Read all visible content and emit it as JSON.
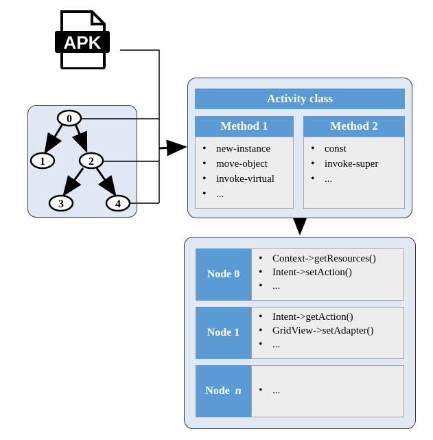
{
  "apk_icon": {
    "label": "APK",
    "icon": "apk-file-icon"
  },
  "graph": {
    "nodes": [
      "0",
      "1",
      "2",
      "3",
      "4"
    ]
  },
  "activity": {
    "title": "Activity class",
    "method1": {
      "title": "Method 1",
      "items": [
        "new-instance",
        "move-object",
        "invoke-virtual",
        "..."
      ]
    },
    "method2": {
      "title": "Method 2",
      "items": [
        "const",
        "invoke-super",
        "..."
      ]
    }
  },
  "nodes_panel": {
    "rows": [
      {
        "label": "Node 0",
        "label_main": "Node",
        "label_suffix": "0",
        "items": [
          "Context->getResources()",
          "Intent->setAction()",
          "..."
        ]
      },
      {
        "label": "Node 1",
        "label_main": "Node",
        "label_suffix": "1",
        "items": [
          "Intent->getAction()",
          "GridView->setAdapter()",
          "..."
        ]
      },
      {
        "label": "Node n",
        "label_main": "Node",
        "label_suffix": "n",
        "items": [
          "..."
        ]
      }
    ]
  },
  "colors": {
    "panel_bg": "#dfe8f3",
    "accent_blue": "#5b9bd5",
    "box_gray": "#ededed",
    "line": "#000000"
  }
}
